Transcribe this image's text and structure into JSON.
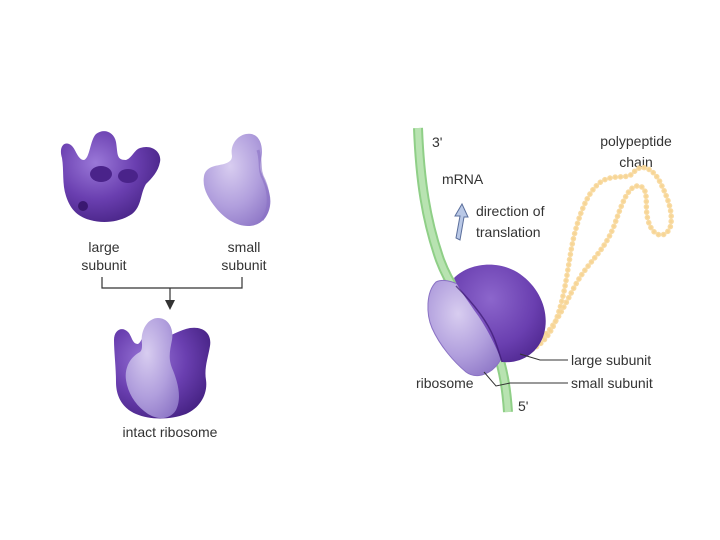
{
  "left_panel": {
    "large_subunit_label": [
      "large",
      "subunit"
    ],
    "small_subunit_label": [
      "small",
      "subunit"
    ],
    "intact_label": "intact ribosome"
  },
  "right_panel": {
    "three_prime": "3'",
    "five_prime": "5'",
    "mrna_label": "mRNA",
    "direction_label": [
      "direction of",
      "translation"
    ],
    "polypeptide_label": [
      "polypeptide",
      "chain"
    ],
    "ribosome_label": "ribosome",
    "large_subunit_label": "large subunit",
    "small_subunit_label": "small subunit"
  },
  "colors": {
    "large_subunit": "#6a3fb0",
    "large_subunit_dark": "#4a238a",
    "small_subunit": "#a791d6",
    "mrna": "#a6d9a0",
    "polypeptide": "#f2c46a",
    "arrow": "#b9c8e6"
  }
}
